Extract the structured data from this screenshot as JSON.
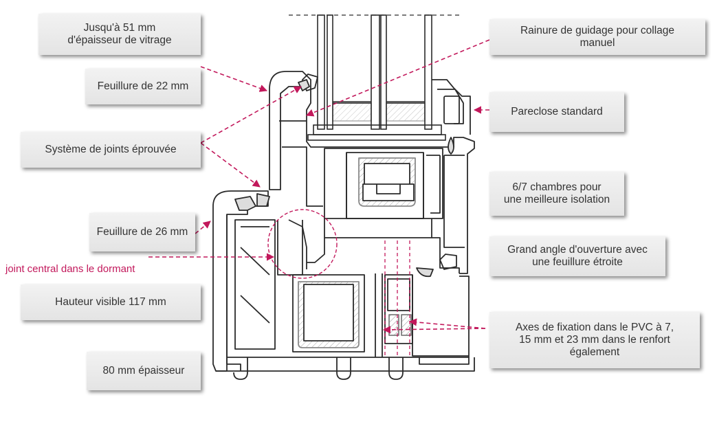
{
  "callouts": {
    "glazing_thickness": "Jusqu'à 51 mm\nd'épaisseur de vitrage",
    "rebate_22": "Feuillure de 22 mm",
    "gasket_system": "Système de joints éprouvée",
    "rebate_26": "Feuillure de 26 mm",
    "visible_height": "Hauteur visible 117 mm",
    "thickness_80": "80 mm épaisseur",
    "guide_groove": "Rainure de guidage pour collage\nmanuel",
    "standard_bead": "Pareclose standard",
    "chambers": "6/7 chambres pour\nune meilleure isolation",
    "opening_angle": "Grand angle d'ouverture avec\nune feuillure étroite",
    "fixing_axes": "Axes de fixation dans le PVC à 7,\n15 mm et 23 mm dans le renfort\négalement"
  },
  "free_labels": {
    "center_gasket": "joint central dans le dormant"
  },
  "colors": {
    "arrow": "#c2185b",
    "profile_line": "#2a2a2a",
    "callout_bg": "#ebebeb",
    "label_pink": "#c2185b"
  }
}
